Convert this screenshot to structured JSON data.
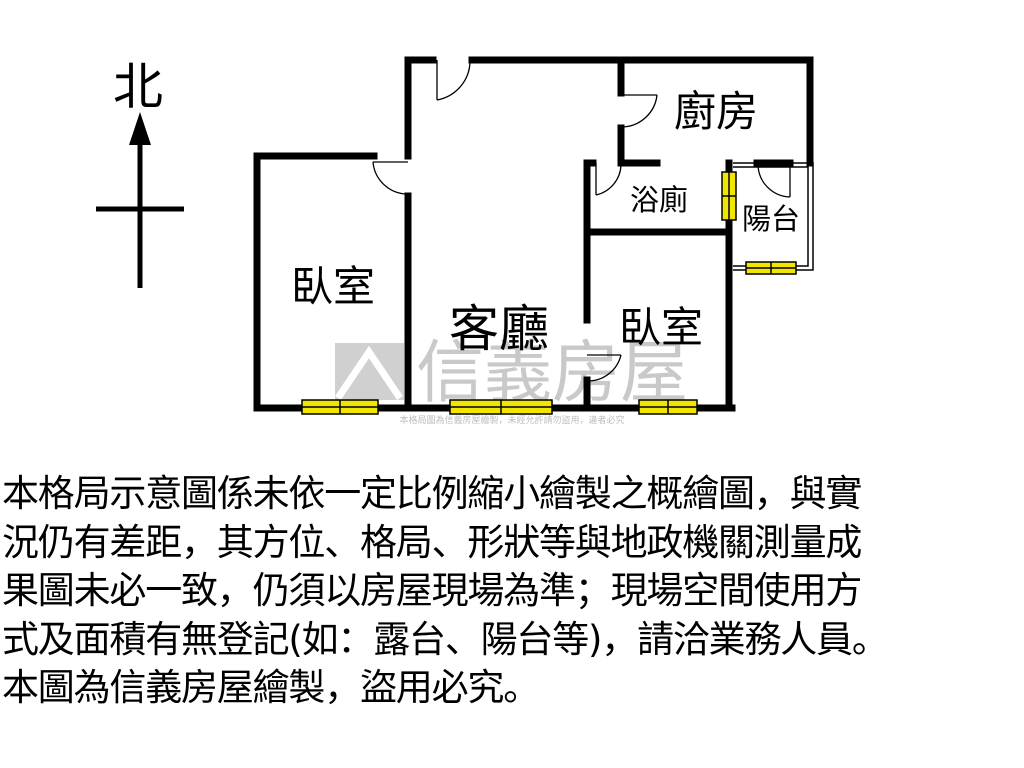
{
  "compass": {
    "north_label": "北"
  },
  "rooms": {
    "kitchen": "廚房",
    "bathroom": "浴廁",
    "balcony": "陽台",
    "bedroom_left": "臥室",
    "living_room": "客廳",
    "bedroom_right": "臥室"
  },
  "watermark": {
    "brand": "信義房屋",
    "small_text": "本格局圖為信義房屋繪製，未經允許請勿盜用，違者必究"
  },
  "disclaimer_lines": [
    "本格局示意圖係未依一定比例縮小繪製之概繪圖，與實",
    "況仍有差距，其方位、格局、形狀等與地政機關測量成",
    "果圖未必一致，仍須以房屋現場為準；現場空間使用方",
    "式及面積有無登記(如：露台、陽台等)，請洽業務人員。",
    "本圖為信義房屋繪製，盜用必究。"
  ],
  "colors": {
    "wall": "#000000",
    "window_fill": "#f2e500",
    "watermark": "#c8c8c8"
  }
}
